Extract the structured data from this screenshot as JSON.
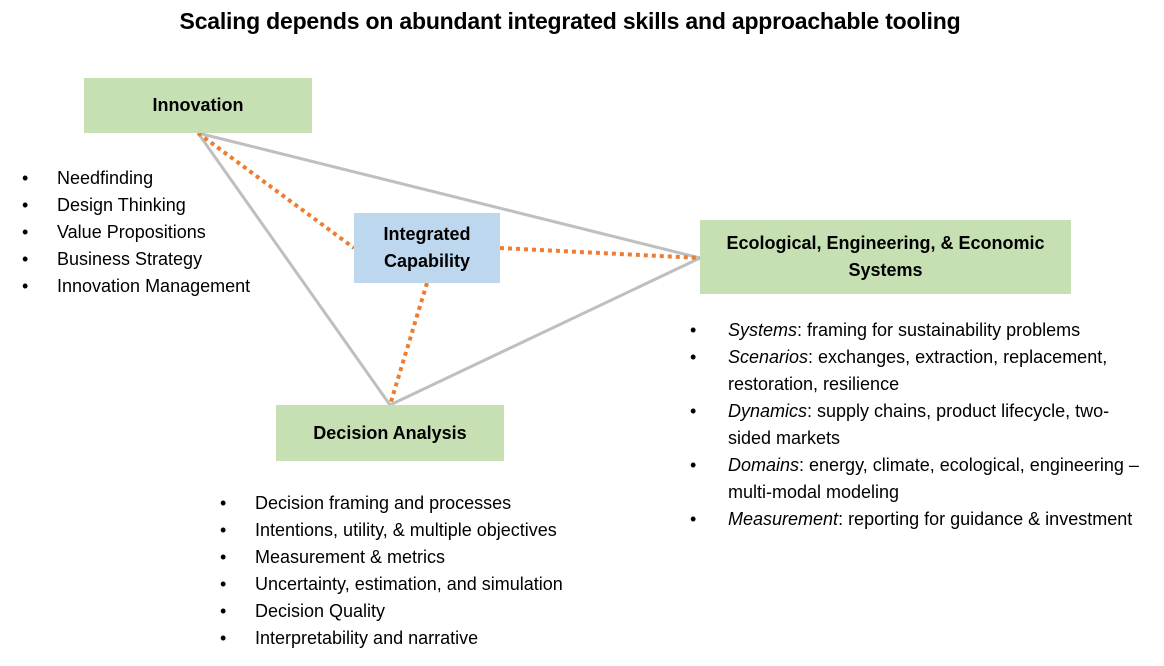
{
  "title": "Scaling depends on abundant integrated skills and approachable tooling",
  "colors": {
    "node_green": "#c6e0b4",
    "node_blue": "#bdd7ee",
    "triangle_line": "#bfbfbf",
    "dotted_line": "#ed7d31"
  },
  "nodes": {
    "innovation": "Innovation",
    "integrated": "Integrated Capability",
    "ecological": "Ecological, Engineering,  & Economic Systems",
    "decision": "Decision Analysis"
  },
  "innovation_items": [
    "Needfinding",
    "Design Thinking",
    "Value Propositions",
    "Business Strategy",
    "Innovation Management"
  ],
  "decision_items": [
    "Decision framing and processes",
    "Intentions, utility, & multiple objectives",
    "Measurement & metrics",
    "Uncertainty, estimation, and simulation",
    "Decision Quality",
    "Interpretability and narrative"
  ],
  "ecological_items": [
    {
      "term": "Systems",
      "text": ": framing for sustainability problems"
    },
    {
      "term": "Scenarios",
      "text": ": exchanges, extraction, replacement, restoration, resilience"
    },
    {
      "term": "Dynamics",
      "text": ": supply chains, product lifecycle, two-sided markets"
    },
    {
      "term": "Domains",
      "text": ": energy, climate, ecological, engineering –  multi-modal modeling"
    },
    {
      "term": "Measurement",
      "text": ": reporting for guidance & investment"
    }
  ]
}
